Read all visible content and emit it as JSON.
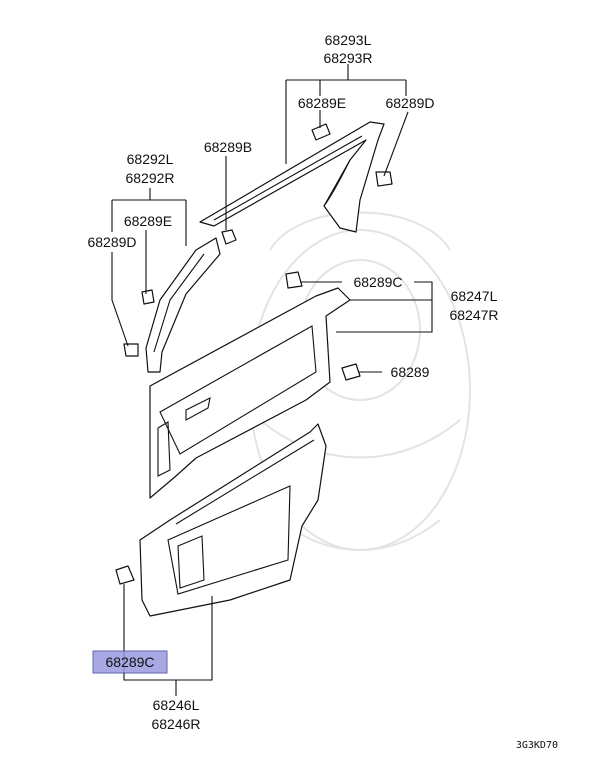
{
  "labels": {
    "l_68293": [
      "68293L",
      "68293R"
    ],
    "l_68289E_top": "68289E",
    "l_68289D_top": "68289D",
    "l_68289B": "68289B",
    "l_68292": [
      "68292L",
      "68292R"
    ],
    "l_68289E_left": "68289E",
    "l_68289D_left": "68289D",
    "l_68289C_mid": "68289C",
    "l_68247": [
      "68247L",
      "68247R"
    ],
    "l_68289": "68289",
    "l_68289C_bottom": "68289C",
    "l_68246": [
      "68246L",
      "68246R"
    ]
  },
  "diagram_code": "3G3KD70",
  "colors": {
    "highlight": "#9a9ae0",
    "line": "#111111"
  }
}
